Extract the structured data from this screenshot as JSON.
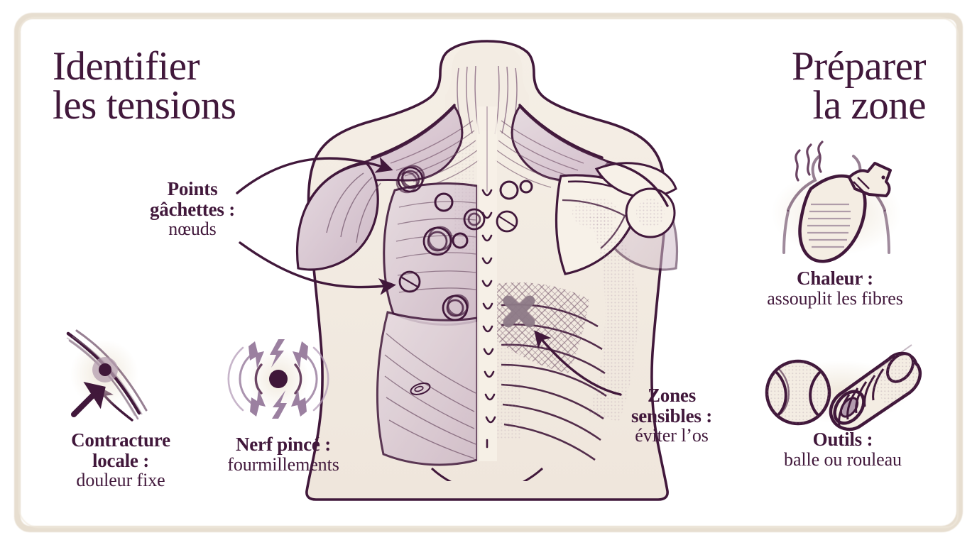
{
  "poster": {
    "title_left": "Identifier\nles tensions",
    "title_right": "Préparer\nla zone",
    "background_color": "#ffffff",
    "frame_color": "#e7ded0",
    "ink_color": "#41183B",
    "muscle_fill": "#efe6dc",
    "muscle_shade": "#b9a3b4",
    "accent_grey": "#8d7a87"
  },
  "left_column": {
    "callouts": [
      {
        "id": "points-gachettes",
        "title": "Points",
        "title2": "gâchettes :",
        "subtitle": "nœuds",
        "icon": "curved-arrow-pair-icon"
      },
      {
        "id": "contracture-locale",
        "title": "Contracture",
        "title2": "locale :",
        "subtitle": "douleur fixe",
        "icon": "muscle-spindle-knot-icon"
      },
      {
        "id": "nerf-pince",
        "title": "Nerf pincé :",
        "title2": "",
        "subtitle": "fourmillements",
        "icon": "nerve-radiating-bolts-icon"
      }
    ]
  },
  "center": {
    "illustration": "upper-back-muscles-anatomy-icon",
    "markers": {
      "trigger_points": 10,
      "avoid_marker": "x-marker-icon",
      "avoid_hatch": "crosshatch-zone-icon",
      "spine_dashes": "spine-dashed-line-icon"
    },
    "callouts": [
      {
        "id": "zones-sensibles",
        "title": "Zones",
        "title2": "sensibles :",
        "subtitle": "éviter l’os",
        "icon": "pointer-arrow-icon"
      }
    ]
  },
  "right_column": {
    "callouts": [
      {
        "id": "chaleur",
        "title": "Chaleur :",
        "title2": "",
        "subtitle": "assouplit les fibres",
        "icon": "hot-water-bottle-icon"
      },
      {
        "id": "outils",
        "title": "Outils :",
        "title2": "",
        "subtitle": "balle ou rouleau",
        "icon": "ball-and-foam-roller-icon"
      }
    ]
  }
}
